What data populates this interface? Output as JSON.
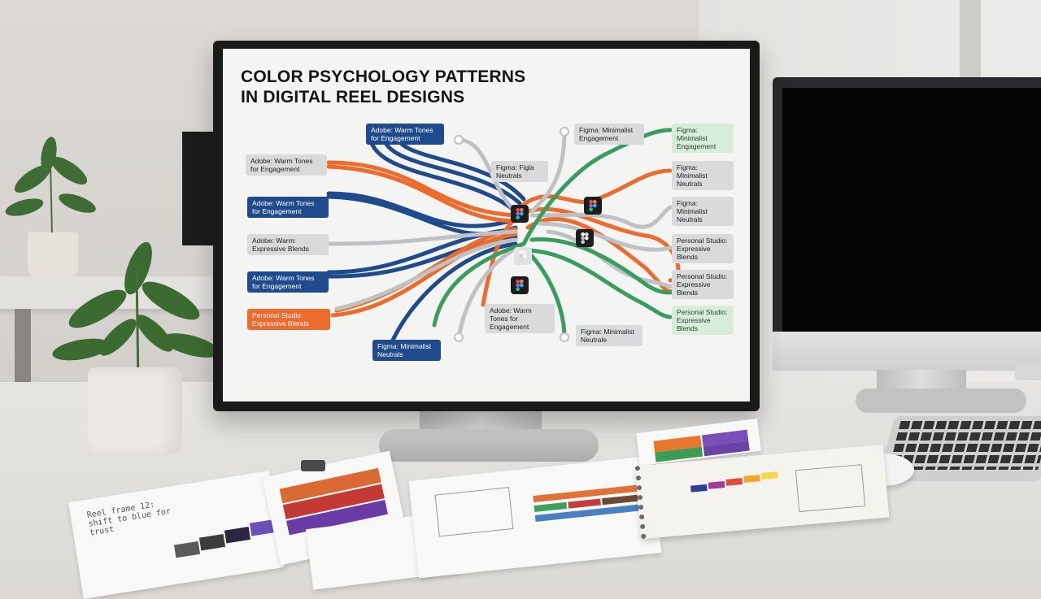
{
  "screen": {
    "title_line1": "COLOR PSYCHOLOGY PATTERNS",
    "title_line2": "IN DIGITAL REEL DESIGNS",
    "colors": {
      "blue": "#1f4a8c",
      "orange": "#ec6b2d",
      "gray": "#bfc2c4",
      "green": "#3a9d60"
    },
    "tags": [
      {
        "text": "Adobe: Warm Tones for Engagement",
        "color": "gray"
      },
      {
        "text": "Adobe: Warm Tones for Engagement",
        "color": "blue"
      },
      {
        "text": "Adobe: Warm Tones for Engagement",
        "color": "blue"
      },
      {
        "text": "Adobe: Warm Tones for Engagement",
        "color": "blue"
      },
      {
        "text": "Adobe: Warm Tones for Engagement",
        "color": "gray"
      },
      {
        "text": "Adobe: Warm: Expressive Blends",
        "color": "gray"
      },
      {
        "text": "Personal Studio: Expressive Blends",
        "color": "orange"
      },
      {
        "text": "Figma: Minimalist Neutrals",
        "color": "blue"
      },
      {
        "text": "Figma: Figla Neutrals",
        "color": "gray"
      },
      {
        "text": "Figma: Minimalist Engagement",
        "color": "gray"
      },
      {
        "text": "Figma: Minimalist Neutrale",
        "color": "gray"
      },
      {
        "text": "Figma: Minimalist Engagement",
        "color": "green"
      },
      {
        "text": "Figma: Minimalist Neutrals",
        "color": "gray"
      },
      {
        "text": "Figma: Minimalist Neutrals",
        "color": "gray"
      },
      {
        "text": "Personal Studio: Expressive Blends",
        "color": "gray"
      },
      {
        "text": "Personal Studio: Expressive Blends",
        "color": "gray"
      },
      {
        "text": "Personal Studio: Expressive Blends",
        "color": "green"
      }
    ]
  },
  "desk": {
    "note_text": "Reel frame 12: shift to blue for trust"
  }
}
